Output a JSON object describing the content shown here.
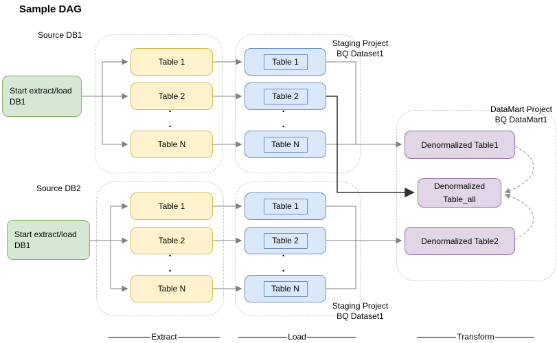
{
  "title": "Sample DAG",
  "sources": [
    {
      "name": "Source DB1",
      "start_label": "Start extract/load\nDB1"
    },
    {
      "name": "Source DB2",
      "start_label": "Start extract/load\nDB1"
    }
  ],
  "tables": [
    "Table 1",
    "Table 2",
    "Table N"
  ],
  "ellipsis": "·\n·",
  "staging_label": {
    "line1": "Staging Project",
    "line2": "BQ Dataset1"
  },
  "datamart_label": {
    "line1": "DataMart Project",
    "line2": "BQ DataMart1"
  },
  "datamart_tables": {
    "table1": "Denormalized Table1",
    "table_all": "Denormalized\nTable_all",
    "table2": "Denormalized Table2"
  },
  "stage_labels": {
    "extract": "Extract",
    "load": "Load",
    "transform": "Transform"
  },
  "colors": {
    "source_fill": "#d5e8d4",
    "source_stroke": "#82b366",
    "extract_fill": "#fff2cc",
    "extract_stroke": "#d6b656",
    "load_fill": "#dae8fc",
    "load_stroke": "#6c8ebf",
    "datamart_fill": "#e1d5e7",
    "datamart_stroke": "#9673a6",
    "connector": "#808080",
    "connector_dark": "#333333"
  }
}
